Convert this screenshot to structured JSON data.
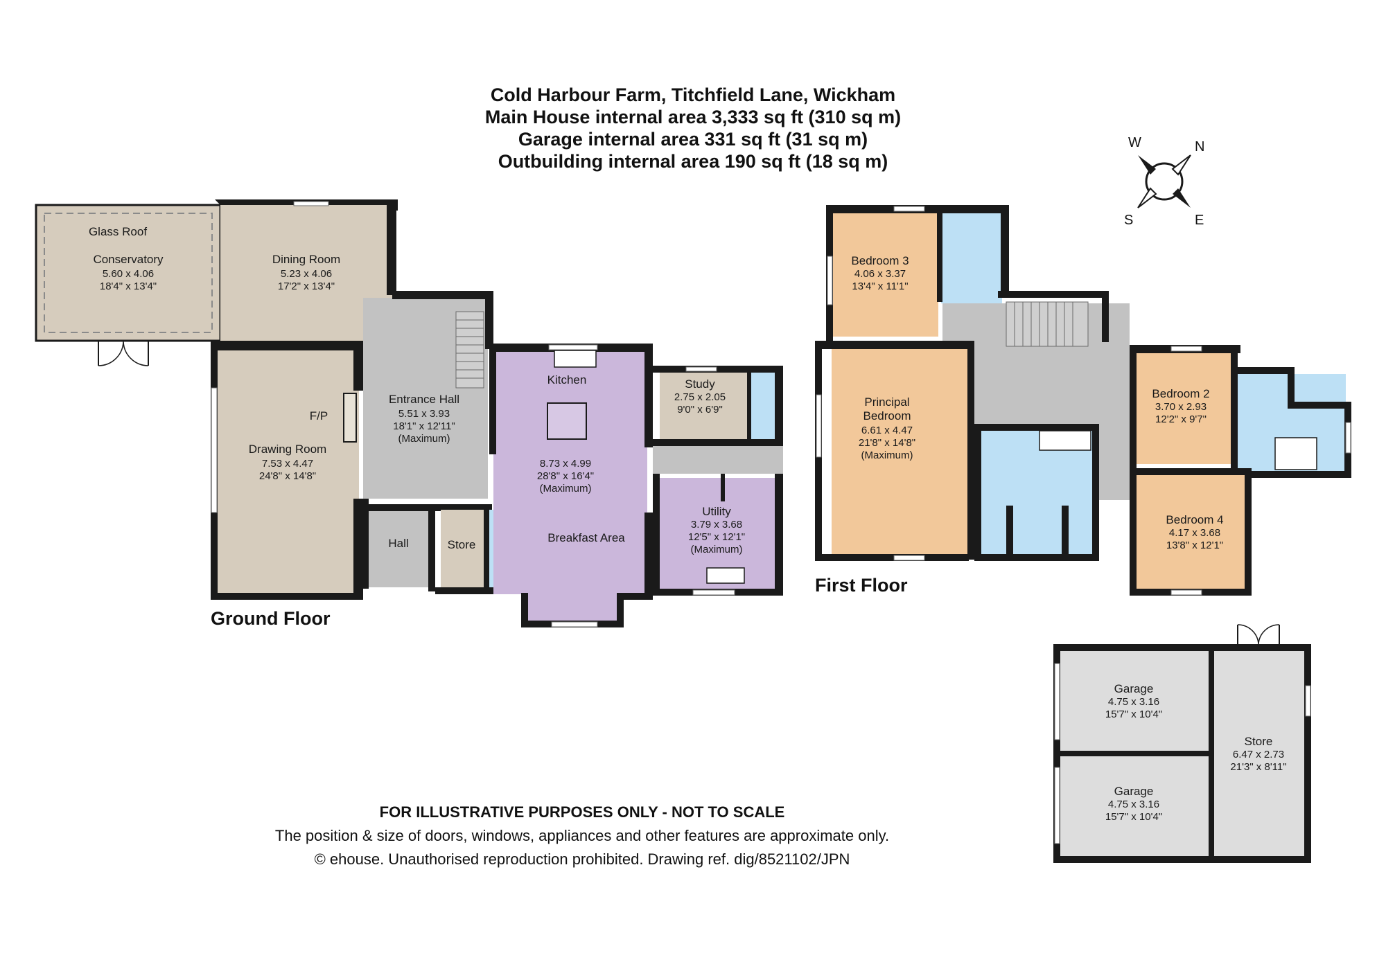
{
  "header": {
    "address": "Cold Harbour Farm, Titchfield Lane, Wickham",
    "main_house_area": "Main House internal area 3,333 sq ft (310 sq m)",
    "garage_area": "Garage internal area 331 sq ft (31 sq m)",
    "outbuilding_area": "Outbuilding internal area 190 sq ft (18 sq m)"
  },
  "compass": {
    "w": "W",
    "n": "N",
    "s": "S",
    "e": "E"
  },
  "floors": {
    "ground": "Ground Floor",
    "first": "First Floor"
  },
  "colors": {
    "reception": "#d6ccbd",
    "circulation": "#c2c2c2",
    "kitchen": "#cbb7db",
    "bathroom": "#bde0f5",
    "bedroom": "#f2c89a",
    "outbuilding": "#dddddd",
    "wall": "#1a1a1a"
  },
  "ground_floor": {
    "conservatory": {
      "note": "Glass Roof",
      "name": "Conservatory",
      "metric": "5.60 x 4.06",
      "imperial": "18'4\" x 13'4\""
    },
    "dining": {
      "name": "Dining Room",
      "metric": "5.23 x 4.06",
      "imperial": "17'2\" x 13'4\""
    },
    "drawing": {
      "fp": "F/P",
      "name": "Drawing Room",
      "metric": "7.53 x 4.47",
      "imperial": "24'8\" x 14'8\""
    },
    "entrance": {
      "name": "Entrance Hall",
      "metric": "5.51 x 3.93",
      "imperial": "18'1\" x 12'11\"",
      "note": "(Maximum)"
    },
    "hall": {
      "name": "Hall"
    },
    "store": {
      "name": "Store"
    },
    "kitchen": {
      "name": "Kitchen",
      "metric": "8.73 x 4.99",
      "imperial": "28'8\" x 16'4\"",
      "note": "(Maximum)",
      "breakfast": "Breakfast Area"
    },
    "study": {
      "name": "Study",
      "metric": "2.75 x 2.05",
      "imperial": "9'0\" x 6'9\""
    },
    "utility": {
      "name": "Utility",
      "metric": "3.79 x 3.68",
      "imperial": "12'5\" x 12'1\"",
      "note": "(Maximum)"
    }
  },
  "first_floor": {
    "bedroom3": {
      "name": "Bedroom 3",
      "metric": "4.06 x 3.37",
      "imperial": "13'4\" x 11'1\""
    },
    "principal": {
      "name1": "Principal",
      "name2": "Bedroom",
      "metric": "6.61 x 4.47",
      "imperial": "21'8\" x 14'8\"",
      "note": "(Maximum)"
    },
    "bedroom2": {
      "name": "Bedroom 2",
      "metric": "3.70 x 2.93",
      "imperial": "12'2\" x 9'7\""
    },
    "bedroom4": {
      "name": "Bedroom 4",
      "metric": "4.17 x 3.68",
      "imperial": "13'8\" x 12'1\""
    }
  },
  "outbuildings": {
    "garage1": {
      "name": "Garage",
      "metric": "4.75 x 3.16",
      "imperial": "15'7\" x 10'4\""
    },
    "garage2": {
      "name": "Garage",
      "metric": "4.75 x 3.16",
      "imperial": "15'7\" x 10'4\""
    },
    "store": {
      "name": "Store",
      "metric": "6.47 x 2.73",
      "imperial": "21'3\" x 8'11\""
    }
  },
  "footer": {
    "disclaimer": "FOR ILLUSTRATIVE PURPOSES ONLY - NOT TO SCALE",
    "note": "The position & size of doors, windows, appliances and other features are approximate only.",
    "copyright": "© ehouse. Unauthorised reproduction prohibited. Drawing ref. dig/8521102/JPN"
  }
}
